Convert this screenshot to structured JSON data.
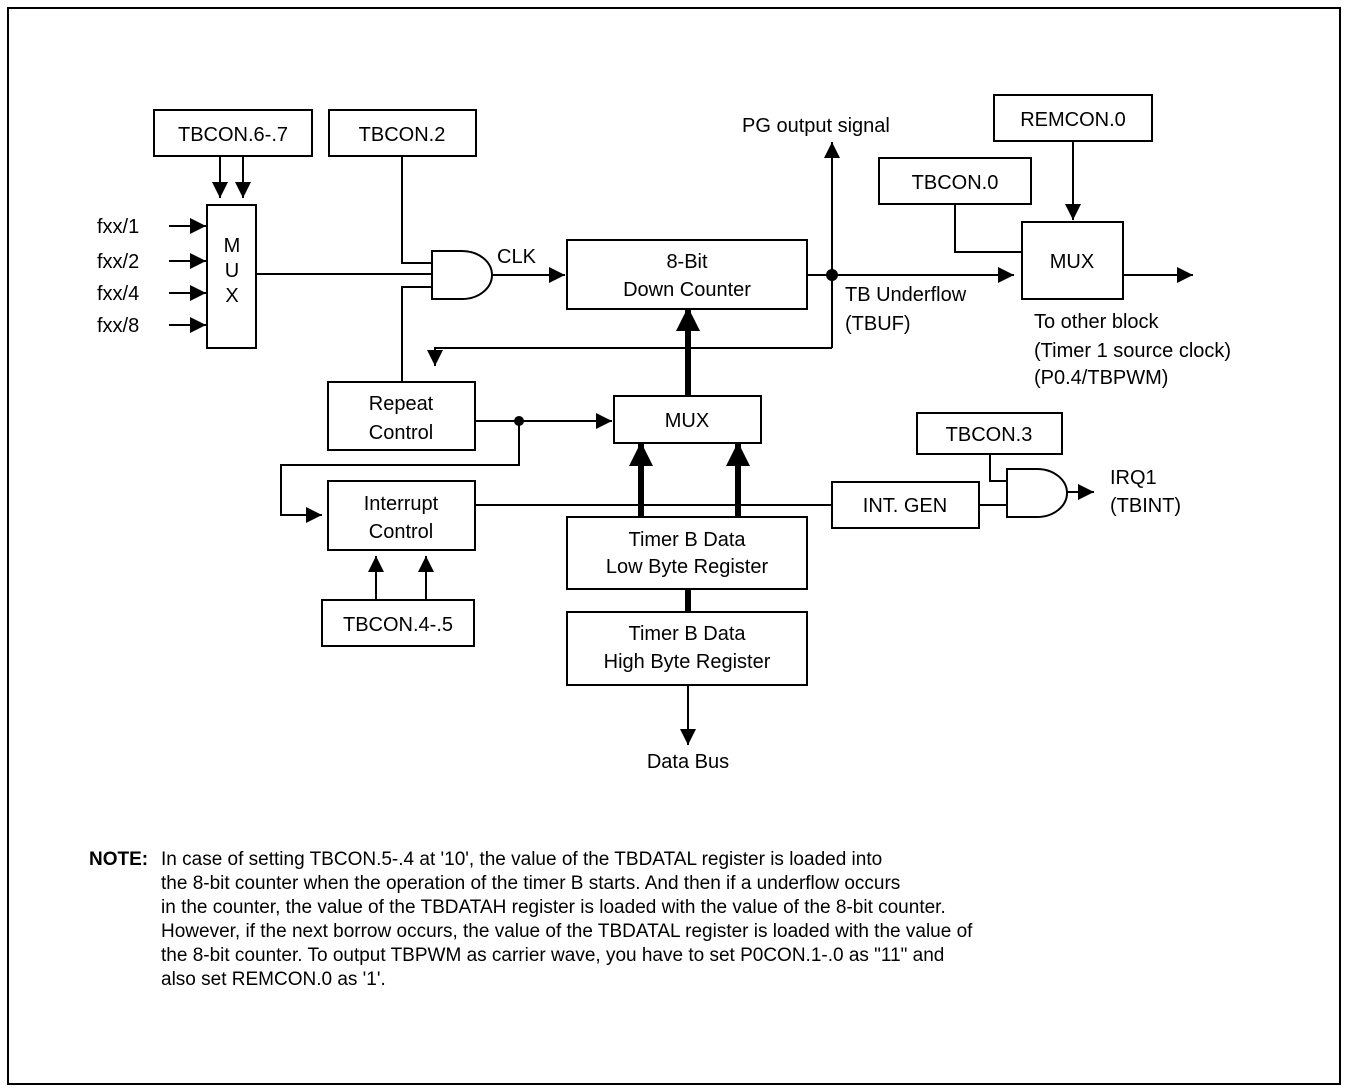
{
  "diagram": {
    "boxes": {
      "tbcon67": "TBCON.6-.7",
      "tbcon2": "TBCON.2",
      "remcon0": "REMCON.0",
      "tbcon0": "TBCON.0",
      "mux_in_l1": "M",
      "mux_in_l2": "U",
      "mux_in_l3": "X",
      "counter_l1": "8-Bit",
      "counter_l2": "Down Counter",
      "mux_out": "MUX",
      "repeat_l1": "Repeat",
      "repeat_l2": "Control",
      "mux_mid": "MUX",
      "tbcon3": "TBCON.3",
      "interrupt_l1": "Interrupt",
      "interrupt_l2": "Control",
      "int_gen": "INT. GEN",
      "low_l1": "Timer B Data",
      "low_l2": "Low Byte Register",
      "tbcon45": "TBCON.4-.5",
      "high_l1": "Timer B Data",
      "high_l2": "High Byte Register"
    },
    "labels": {
      "fxx1": "fxx/1",
      "fxx2": "fxx/2",
      "fxx4": "fxx/4",
      "fxx8": "fxx/8",
      "clk": "CLK",
      "pg_output": "PG output signal",
      "tb_underflow": "TB Underflow",
      "tbuf": "(TBUF)",
      "to_other": "To other block",
      "timer1_src": "(Timer 1 source clock)",
      "p04": "(P0.4/TBPWM)",
      "irq1": "IRQ1",
      "tbint": "(TBINT)",
      "data_bus": "Data Bus"
    }
  },
  "note": {
    "label": "NOTE:",
    "lines": [
      "In case of setting TBCON.5-.4 at '10', the value of the TBDATAL register is loaded into",
      "the 8-bit counter when the operation of the timer B starts. And then if a underflow occurs",
      "in the counter, the value of the TBDATAH register is loaded with the value of the 8-bit counter.",
      "However, if the next borrow occurs, the value of the TBDATAL register is loaded with the value of",
      "the 8-bit counter. To output TBPWM as carrier wave, you have to set P0CON.1-.0 as \"11\" and",
      "also set REMCON.0 as '1'."
    ]
  }
}
